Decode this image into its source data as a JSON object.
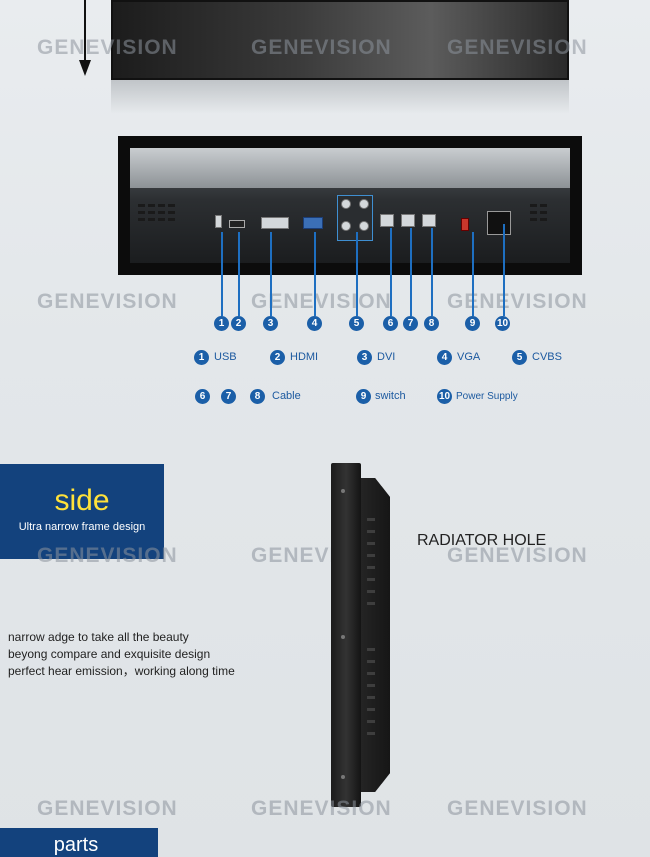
{
  "brand": {
    "watermark": "GENEVISION"
  },
  "colors": {
    "accent_blue": "#1b5fa8",
    "panel_blue": "#13427d",
    "side_title": "#ffe23a"
  },
  "ports": {
    "badges": [
      "1",
      "2",
      "3",
      "4",
      "5",
      "6",
      "7",
      "8",
      "9",
      "10"
    ],
    "legend": [
      {
        "num": "1",
        "label": "USB"
      },
      {
        "num": "2",
        "label": "HDMI"
      },
      {
        "num": "3",
        "label": "DVI"
      },
      {
        "num": "4",
        "label": "VGA"
      },
      {
        "num": "5",
        "label": "CVBS"
      },
      {
        "num": "6",
        "label": ""
      },
      {
        "num": "7",
        "label": ""
      },
      {
        "num": "8",
        "label": "Cable"
      },
      {
        "num": "9",
        "label": "switch"
      },
      {
        "num": "10",
        "label": "Power Supply"
      }
    ]
  },
  "side": {
    "title": "side",
    "subtitle": "Ultra narrow frame design",
    "radiator_label": "RADIATOR HOLE",
    "description": [
      "narrow adge to take all the beauty",
      "beyong compare and exquisite design",
      "perfect hear emission，working along time"
    ]
  },
  "parts": {
    "title": "parts"
  }
}
